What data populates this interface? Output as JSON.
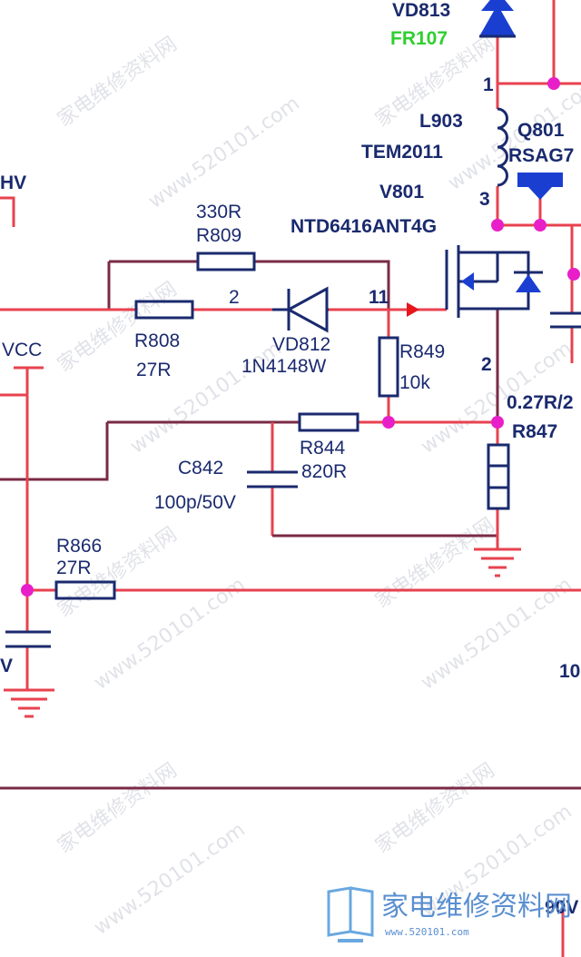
{
  "labels": {
    "vd813": "VD813",
    "fr107": "FR107",
    "l903": "L903",
    "tem2011": "TEM2011",
    "v801": "V801",
    "q801": "Q801",
    "rsag": "RSAG7",
    "ntd": "NTD6416ANT4G",
    "hv": "HV",
    "r809_val": "330R",
    "r809": "R809",
    "pin2": "2",
    "pin11": "11",
    "r808": "R808",
    "r808_val": "27R",
    "vd812": "VD812",
    "in4148": "1N4148W",
    "r849": "R849",
    "r849_val": "10k",
    "vcc": "VCC",
    "pin_t1": "1",
    "pin_t3": "3",
    "pin_s2": "2",
    "r027": "0.27R/2",
    "r847": "R847",
    "c842": "C842",
    "c842_val": "100p/50V",
    "r844": "R844",
    "r844_val": "820R",
    "r866": "R866",
    "r866_val": "27R",
    "v_left": "V",
    "ten": "10",
    "ninety_v": "90V"
  },
  "watermark": {
    "site": "www.520101.com",
    "cn": "家电维修资料网",
    "logo_text": "家电维修资料网",
    "logo_url": "www.520101.com"
  },
  "colors": {
    "wire_red": "#e8424f",
    "wire_dark": "#7a2a45",
    "component": "#1a2a6e",
    "junction": "#e81fc9",
    "fill_blue": "#1a3fd0",
    "green_label": "#2fcf2f"
  }
}
